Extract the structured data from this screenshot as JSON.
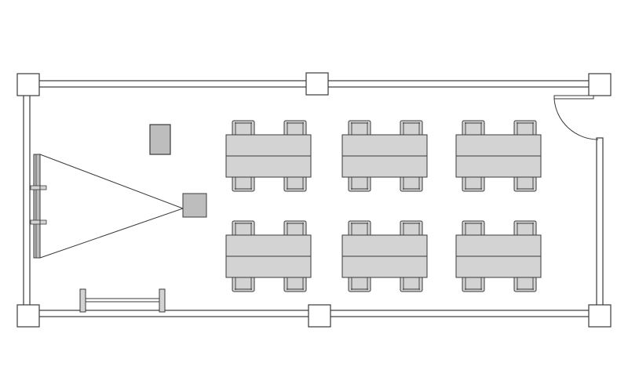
{
  "diagram": {
    "kind": "classroom-floor-plan",
    "colors": {
      "background": "#ffffff",
      "line": "#3a3a3a",
      "furniture_fill": "#d3d3d3",
      "projector_fill": "#bdbdbd"
    },
    "layout": {
      "desk_rows": 2,
      "desk_columns": 3,
      "desks_total": 6,
      "chairs_per_desk": 4,
      "chairs_total": 24,
      "columns_total": 6,
      "door_count": 1,
      "projection_screen": true,
      "projector": true,
      "podium": true,
      "bench": true
    }
  }
}
